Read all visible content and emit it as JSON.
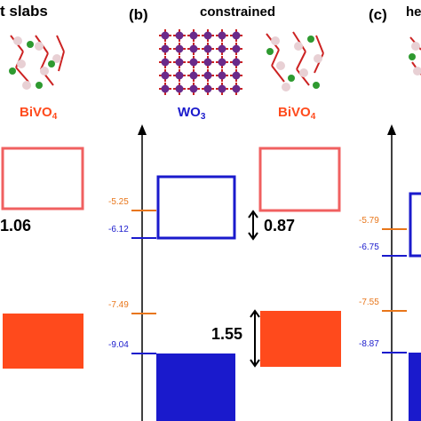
{
  "panels": {
    "a": {
      "title": "t slabs",
      "material_right": {
        "base": "BiVO",
        "sub": "4"
      },
      "gap_label": "1.06"
    },
    "b": {
      "title_letter": "(b)",
      "title": "constrained",
      "material_left": {
        "base": "WO",
        "sub": "3"
      },
      "material_right": {
        "base": "BiVO",
        "sub": "4"
      },
      "levels": {
        "cb_bivo4": "-5.25",
        "cb_wo3": "-6.12",
        "vb_bivo4": "-7.49",
        "vb_wo3": "-9.04"
      },
      "gap_wo3": "0.87",
      "gap_bivo4": "1.55"
    },
    "c": {
      "title_letter": "(c)",
      "title": "he",
      "levels": {
        "cb_bivo4": "-5.79",
        "cb_wo3": "-6.75",
        "vb_bivo4": "-7.55",
        "vb_wo3": "-8.87"
      }
    }
  },
  "colors": {
    "wo3": "#1a1acc",
    "bivo4": "#ff4a1c",
    "bivo4_outline": "#f06060",
    "level_orange": "#e8761a",
    "level_blue": "#1a1acc"
  }
}
